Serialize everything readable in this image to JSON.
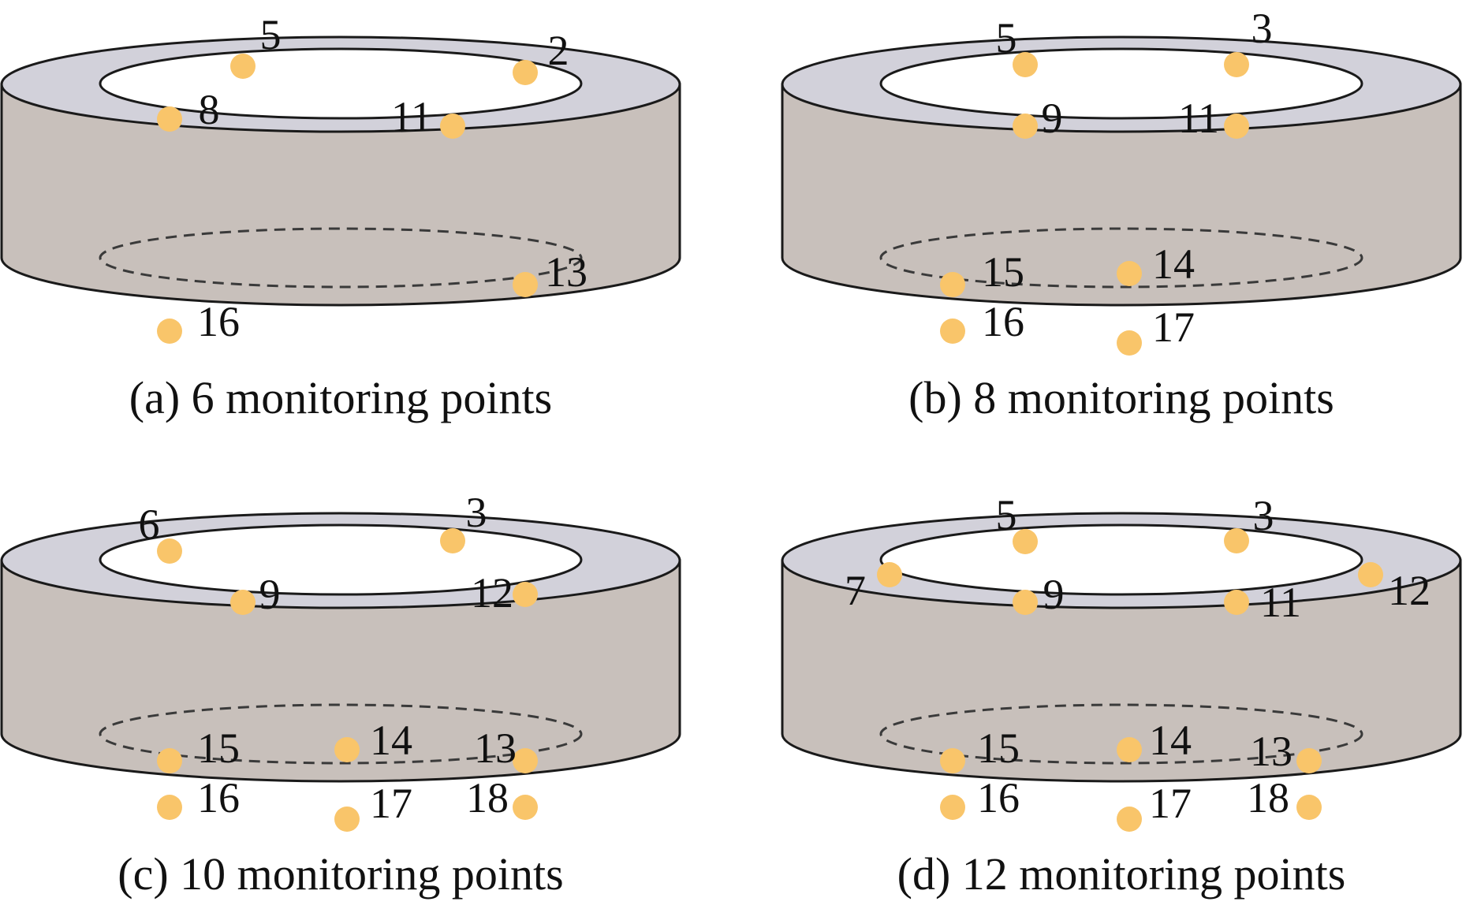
{
  "colors": {
    "body": "#c8c0bb",
    "top": "#d2d1da",
    "point": "#f9c56a",
    "outline": "#1a1a1a"
  },
  "panels": [
    {
      "caption": "(a) 6 monitoring points",
      "points": [
        {
          "label": "5",
          "ring": "top",
          "pos": "back-left"
        },
        {
          "label": "2",
          "ring": "top",
          "pos": "back-right"
        },
        {
          "label": "8",
          "ring": "top",
          "pos": "front-left"
        },
        {
          "label": "11",
          "ring": "top",
          "pos": "front-mid-right"
        },
        {
          "label": "13",
          "ring": "bottom",
          "pos": "back-right"
        },
        {
          "label": "16",
          "ring": "bottom",
          "pos": "front-left"
        }
      ]
    },
    {
      "caption": "(b) 8 monitoring points",
      "points": [
        {
          "label": "5",
          "ring": "top",
          "pos": "back-left"
        },
        {
          "label": "3",
          "ring": "top",
          "pos": "back-right"
        },
        {
          "label": "9",
          "ring": "top",
          "pos": "front-left"
        },
        {
          "label": "11",
          "ring": "top",
          "pos": "front-right"
        },
        {
          "label": "15",
          "ring": "bottom",
          "pos": "back-left"
        },
        {
          "label": "14",
          "ring": "bottom",
          "pos": "back-mid"
        },
        {
          "label": "16",
          "ring": "bottom",
          "pos": "front-left"
        },
        {
          "label": "17",
          "ring": "bottom",
          "pos": "front-mid"
        }
      ]
    },
    {
      "caption": "(c) 10 monitoring points",
      "points": [
        {
          "label": "6",
          "ring": "top",
          "pos": "back-left"
        },
        {
          "label": "3",
          "ring": "top",
          "pos": "back-right"
        },
        {
          "label": "9",
          "ring": "top",
          "pos": "front-left"
        },
        {
          "label": "12",
          "ring": "top",
          "pos": "front-right"
        },
        {
          "label": "15",
          "ring": "bottom",
          "pos": "back-left"
        },
        {
          "label": "14",
          "ring": "bottom",
          "pos": "back-mid"
        },
        {
          "label": "13",
          "ring": "bottom",
          "pos": "back-right"
        },
        {
          "label": "16",
          "ring": "bottom",
          "pos": "front-left"
        },
        {
          "label": "17",
          "ring": "bottom",
          "pos": "front-mid"
        },
        {
          "label": "18",
          "ring": "bottom",
          "pos": "front-right"
        }
      ]
    },
    {
      "caption": "(d) 12 monitoring points",
      "points": [
        {
          "label": "5",
          "ring": "top",
          "pos": "back-left"
        },
        {
          "label": "3",
          "ring": "top",
          "pos": "back-right"
        },
        {
          "label": "7",
          "ring": "top",
          "pos": "left"
        },
        {
          "label": "12",
          "ring": "top",
          "pos": "right"
        },
        {
          "label": "9",
          "ring": "top",
          "pos": "front-left"
        },
        {
          "label": "11",
          "ring": "top",
          "pos": "front-right"
        },
        {
          "label": "15",
          "ring": "bottom",
          "pos": "back-left"
        },
        {
          "label": "14",
          "ring": "bottom",
          "pos": "back-mid"
        },
        {
          "label": "13",
          "ring": "bottom",
          "pos": "back-right"
        },
        {
          "label": "16",
          "ring": "bottom",
          "pos": "front-left"
        },
        {
          "label": "17",
          "ring": "bottom",
          "pos": "front-mid"
        },
        {
          "label": "18",
          "ring": "bottom",
          "pos": "front-right"
        }
      ]
    }
  ]
}
